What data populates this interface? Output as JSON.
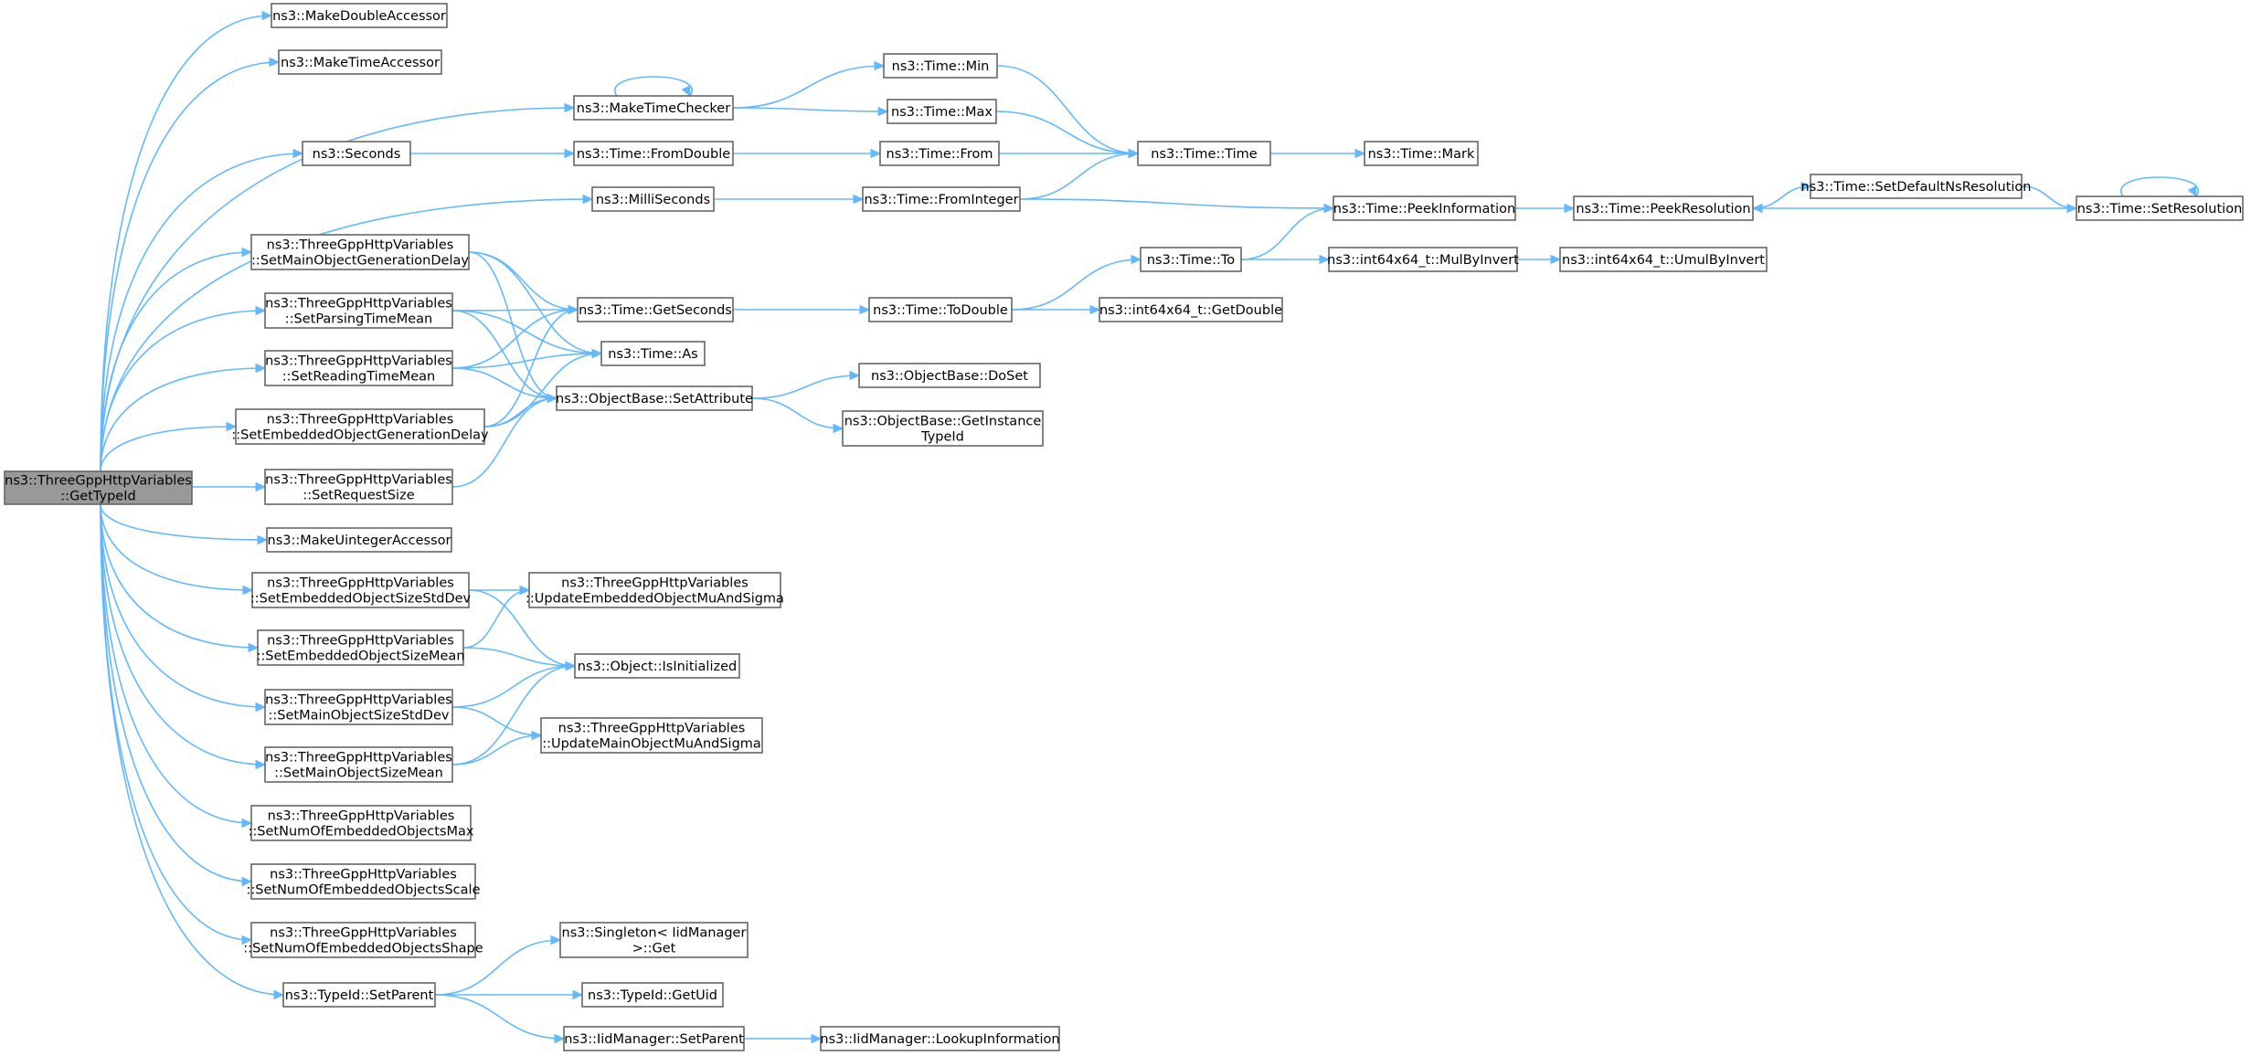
{
  "diagram": {
    "nodes": {
      "gettypeid": [
        "ns3::ThreeGppHttpVariables",
        "::GetTypeId"
      ],
      "makedoubleaccessor": [
        "ns3::MakeDoubleAccessor"
      ],
      "maketimeaccessor": [
        "ns3::MakeTimeAccessor"
      ],
      "maketimechecker": [
        "ns3::MakeTimeChecker"
      ],
      "seconds": [
        "ns3::Seconds"
      ],
      "milliseconds": [
        "ns3::MilliSeconds"
      ],
      "setmainobjectgenerationdelay": [
        "ns3::ThreeGppHttpVariables",
        "::SetMainObjectGenerationDelay"
      ],
      "setparsingtimemean": [
        "ns3::ThreeGppHttpVariables",
        "::SetParsingTimeMean"
      ],
      "setreadingtimemean": [
        "ns3::ThreeGppHttpVariables",
        "::SetReadingTimeMean"
      ],
      "setembeddedobjectgenerationdelay": [
        "ns3::ThreeGppHttpVariables",
        "::SetEmbeddedObjectGenerationDelay"
      ],
      "setrequestsize": [
        "ns3::ThreeGppHttpVariables",
        "::SetRequestSize"
      ],
      "makeuintegeraccessor": [
        "ns3::MakeUintegerAccessor"
      ],
      "setembeddedobjectsizestddev": [
        "ns3::ThreeGppHttpVariables",
        "::SetEmbeddedObjectSizeStdDev"
      ],
      "setembeddedobjectsizemean": [
        "ns3::ThreeGppHttpVariables",
        "::SetEmbeddedObjectSizeMean"
      ],
      "setmainobjectsizestddev": [
        "ns3::ThreeGppHttpVariables",
        "::SetMainObjectSizeStdDev"
      ],
      "setmainobjectsizemean": [
        "ns3::ThreeGppHttpVariables",
        "::SetMainObjectSizeMean"
      ],
      "setnumofembeddedobjectsmax": [
        "ns3::ThreeGppHttpVariables",
        "::SetNumOfEmbeddedObjectsMax"
      ],
      "setnumofembeddedobjectsscale": [
        "ns3::ThreeGppHttpVariables",
        "::SetNumOfEmbeddedObjectsScale"
      ],
      "setnumofembeddedobjectsshape": [
        "ns3::ThreeGppHttpVariables",
        "::SetNumOfEmbeddedObjectsShape"
      ],
      "typeid_setparent": [
        "ns3::TypeId::SetParent"
      ],
      "time_min": [
        "ns3::Time::Min"
      ],
      "time_max": [
        "ns3::Time::Max"
      ],
      "time_fromdouble": [
        "ns3::Time::FromDouble"
      ],
      "time_from": [
        "ns3::Time::From"
      ],
      "time_frominteger": [
        "ns3::Time::FromInteger"
      ],
      "time_getseconds": [
        "ns3::Time::GetSeconds"
      ],
      "time_as": [
        "ns3::Time::As"
      ],
      "objectbase_setattribute": [
        "ns3::ObjectBase::SetAttribute"
      ],
      "updateembeddedobjectmuandsigma": [
        "ns3::ThreeGppHttpVariables",
        "::UpdateEmbeddedObjectMuAndSigma"
      ],
      "object_isinitialized": [
        "ns3::Object::IsInitialized"
      ],
      "updatemainobjectmuandsigma": [
        "ns3::ThreeGppHttpVariables",
        "::UpdateMainObjectMuAndSigma"
      ],
      "singleton_get": [
        "ns3::Singleton< IidManager",
        " >::Get"
      ],
      "typeid_getuid": [
        "ns3::TypeId::GetUid"
      ],
      "iidmanager_setparent": [
        "ns3::IidManager::SetParent"
      ],
      "time_time": [
        "ns3::Time::Time"
      ],
      "time_mark": [
        "ns3::Time::Mark"
      ],
      "time_todouble": [
        "ns3::Time::ToDouble"
      ],
      "time_to": [
        "ns3::Time::To"
      ],
      "int64_getdouble": [
        "ns3::int64x64_t::GetDouble"
      ],
      "int64_mulbyinvert": [
        "ns3::int64x64_t::MulByInvert"
      ],
      "int64_umulbyinvert": [
        "ns3::int64x64_t::UmulByInvert"
      ],
      "time_peekinformation": [
        "ns3::Time::PeekInformation"
      ],
      "time_peekresolution": [
        "ns3::Time::PeekResolution"
      ],
      "time_setdefaultnsresolution": [
        "ns3::Time::SetDefaultNsResolution"
      ],
      "time_setresolution": [
        "ns3::Time::SetResolution"
      ],
      "objectbase_doset": [
        "ns3::ObjectBase::DoSet"
      ],
      "objectbase_getinstancetypeid": [
        "ns3::ObjectBase::GetInstance",
        "TypeId"
      ],
      "iidmanager_lookupinformation": [
        "ns3::IidManager::LookupInformation"
      ]
    },
    "root": "gettypeid",
    "edges": [
      [
        "gettypeid",
        "makedoubleaccessor"
      ],
      [
        "gettypeid",
        "maketimeaccessor"
      ],
      [
        "gettypeid",
        "maketimechecker"
      ],
      [
        "gettypeid",
        "seconds"
      ],
      [
        "gettypeid",
        "milliseconds"
      ],
      [
        "gettypeid",
        "setmainobjectgenerationdelay"
      ],
      [
        "gettypeid",
        "setparsingtimemean"
      ],
      [
        "gettypeid",
        "setreadingtimemean"
      ],
      [
        "gettypeid",
        "setembeddedobjectgenerationdelay"
      ],
      [
        "gettypeid",
        "setrequestsize"
      ],
      [
        "gettypeid",
        "makeuintegeraccessor"
      ],
      [
        "gettypeid",
        "setembeddedobjectsizestddev"
      ],
      [
        "gettypeid",
        "setembeddedobjectsizemean"
      ],
      [
        "gettypeid",
        "setmainobjectsizestddev"
      ],
      [
        "gettypeid",
        "setmainobjectsizemean"
      ],
      [
        "gettypeid",
        "setnumofembeddedobjectsmax"
      ],
      [
        "gettypeid",
        "setnumofembeddedobjectsscale"
      ],
      [
        "gettypeid",
        "setnumofembeddedobjectsshape"
      ],
      [
        "gettypeid",
        "typeid_setparent"
      ],
      [
        "maketimechecker",
        "maketimechecker"
      ],
      [
        "maketimechecker",
        "time_min"
      ],
      [
        "maketimechecker",
        "time_max"
      ],
      [
        "time_min",
        "time_time"
      ],
      [
        "time_max",
        "time_time"
      ],
      [
        "seconds",
        "time_fromdouble"
      ],
      [
        "time_fromdouble",
        "time_from"
      ],
      [
        "time_from",
        "time_time"
      ],
      [
        "milliseconds",
        "time_frominteger"
      ],
      [
        "time_frominteger",
        "time_time"
      ],
      [
        "time_frominteger",
        "time_peekinformation"
      ],
      [
        "time_time",
        "time_mark"
      ],
      [
        "setmainobjectgenerationdelay",
        "time_getseconds"
      ],
      [
        "setmainobjectgenerationdelay",
        "time_as"
      ],
      [
        "setmainobjectgenerationdelay",
        "objectbase_setattribute"
      ],
      [
        "setparsingtimemean",
        "time_getseconds"
      ],
      [
        "setparsingtimemean",
        "time_as"
      ],
      [
        "setparsingtimemean",
        "objectbase_setattribute"
      ],
      [
        "setreadingtimemean",
        "time_getseconds"
      ],
      [
        "setreadingtimemean",
        "time_as"
      ],
      [
        "setreadingtimemean",
        "objectbase_setattribute"
      ],
      [
        "setembeddedobjectgenerationdelay",
        "time_getseconds"
      ],
      [
        "setembeddedobjectgenerationdelay",
        "time_as"
      ],
      [
        "setembeddedobjectgenerationdelay",
        "objectbase_setattribute"
      ],
      [
        "setrequestsize",
        "objectbase_setattribute"
      ],
      [
        "time_getseconds",
        "time_todouble"
      ],
      [
        "time_todouble",
        "time_to"
      ],
      [
        "time_todouble",
        "int64_getdouble"
      ],
      [
        "time_to",
        "time_peekinformation"
      ],
      [
        "time_to",
        "int64_mulbyinvert"
      ],
      [
        "int64_mulbyinvert",
        "int64_umulbyinvert"
      ],
      [
        "time_peekinformation",
        "time_peekresolution"
      ],
      [
        "time_peekresolution",
        "time_setdefaultnsresolution"
      ],
      [
        "time_setdefaultnsresolution",
        "time_setresolution"
      ],
      [
        "time_setresolution",
        "time_peekresolution"
      ],
      [
        "time_setresolution",
        "time_setresolution"
      ],
      [
        "objectbase_setattribute",
        "objectbase_doset"
      ],
      [
        "objectbase_setattribute",
        "objectbase_getinstancetypeid"
      ],
      [
        "setembeddedobjectsizestddev",
        "updateembeddedobjectmuandsigma"
      ],
      [
        "setembeddedobjectsizestddev",
        "object_isinitialized"
      ],
      [
        "setembeddedobjectsizemean",
        "updateembeddedobjectmuandsigma"
      ],
      [
        "setembeddedobjectsizemean",
        "object_isinitialized"
      ],
      [
        "setmainobjectsizestddev",
        "object_isinitialized"
      ],
      [
        "setmainobjectsizestddev",
        "updatemainobjectmuandsigma"
      ],
      [
        "setmainobjectsizemean",
        "object_isinitialized"
      ],
      [
        "setmainobjectsizemean",
        "updatemainobjectmuandsigma"
      ],
      [
        "typeid_setparent",
        "singleton_get"
      ],
      [
        "typeid_setparent",
        "typeid_getuid"
      ],
      [
        "typeid_setparent",
        "iidmanager_setparent"
      ],
      [
        "iidmanager_setparent",
        "iidmanager_lookupinformation"
      ]
    ]
  }
}
